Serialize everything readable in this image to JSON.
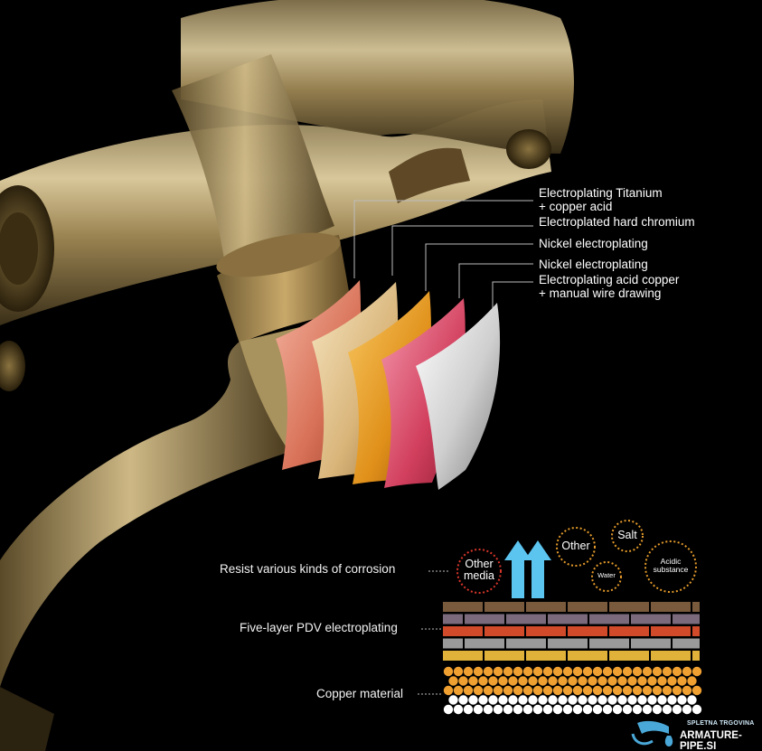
{
  "layers": [
    {
      "line1": "Electroplating Titanium",
      "line2": "+ copper acid",
      "color": "#e0856a"
    },
    {
      "line1": "Electroplated hard chromium",
      "line2": "",
      "color": "#e3c48a"
    },
    {
      "line1": "Nickel electroplating",
      "line2": "",
      "color": "#e29a1c"
    },
    {
      "line1": "Nickel electroplating",
      "line2": "",
      "color": "#d9506a"
    },
    {
      "line1": "Electroplating acid copper",
      "line2": "+ manual wire drawing",
      "color": "#e8e8e8"
    }
  ],
  "diagram": {
    "resist_label": "Resist various kinds of corrosion",
    "pdv_label": "Five-layer PDV electroplating",
    "copper_label": "Copper material",
    "bubbles": {
      "other_media": "Other media",
      "other": "Other",
      "salt": "Salt",
      "water": "Water",
      "acidic": "Acidic substance"
    },
    "arrow_color": "#5bc4ef",
    "brick_rows": [
      "#7a5a3c",
      "#7a6a7c",
      "#d14a2a",
      "#9a9a9a",
      "#e0b23a"
    ]
  },
  "logo": {
    "line1": "SPLETNA TRGOVINA",
    "line2": "ARMATURE-PIPE.SI",
    "icon": "faucet-drop-icon"
  }
}
